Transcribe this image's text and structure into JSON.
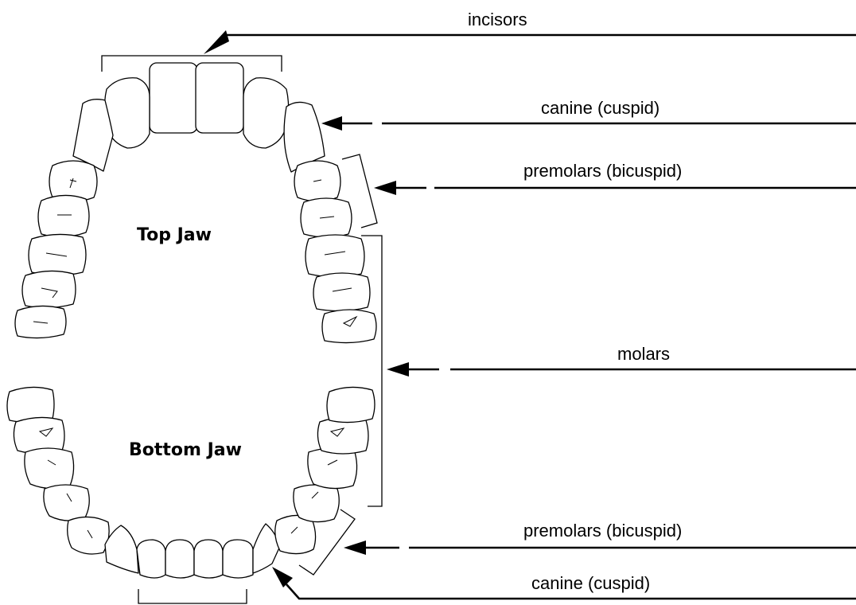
{
  "jaw_labels": {
    "top": "Top Jaw",
    "bottom": "Bottom Jaw"
  },
  "labels": {
    "incisors": "incisors",
    "canine_top": "canine (cuspid)",
    "premolars_top": "premolars (bicuspid)",
    "molars": "molars",
    "premolars_bottom": "premolars (bicuspid)",
    "canine_bottom": "canine (cuspid)"
  }
}
